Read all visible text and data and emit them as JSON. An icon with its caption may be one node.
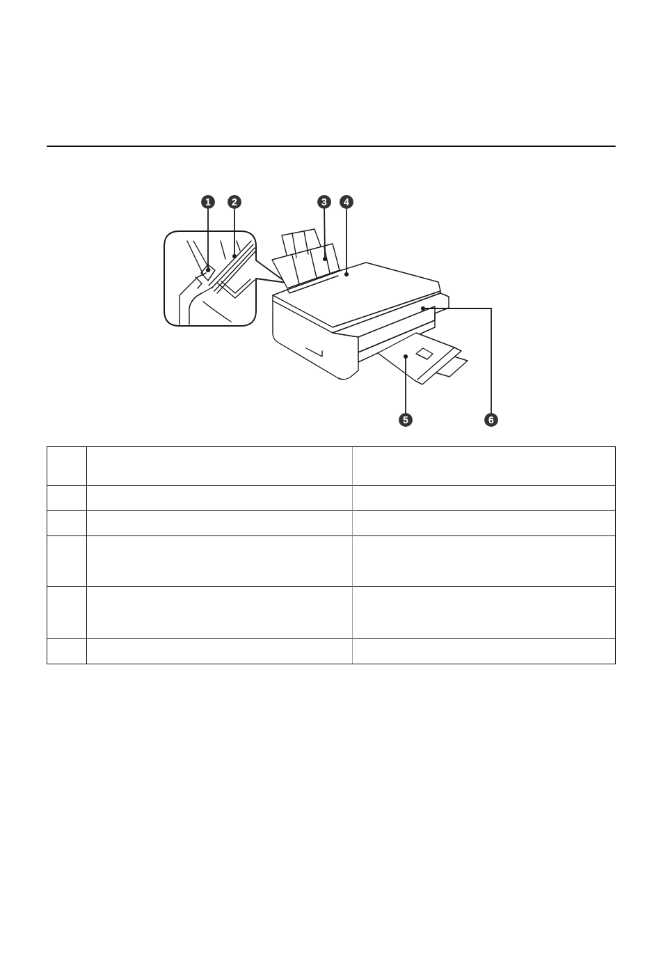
{
  "diagram": {
    "nodes": [
      {
        "text": [
          "1"
        ]
      },
      {
        "text": [
          "2"
        ]
      },
      {
        "text": [
          "3"
        ]
      },
      {
        "text": [
          "4"
        ]
      },
      {
        "text": [
          "5"
        ]
      },
      {
        "text": [
          "6"
        ]
      },
      {
        "text": [],
        "shape": "circle"
      },
      {
        "text": [],
        "shape": "circle"
      },
      {
        "text": [],
        "shape": "circle"
      },
      {
        "text": [],
        "shape": "circle"
      },
      {
        "text": [],
        "shape": "circle"
      },
      {
        "text": [],
        "shape": "circle"
      }
    ],
    "edges": [
      {
        "from": 0,
        "to": 6,
        "arrow": "none"
      },
      {
        "from": 1,
        "to": 7,
        "arrow": "none"
      },
      {
        "from": 2,
        "to": 8,
        "arrow": "none"
      },
      {
        "from": 3,
        "to": 9,
        "arrow": "none"
      },
      {
        "from": 4,
        "to": 10,
        "arrow": "none"
      },
      {
        "from": 5,
        "to": 11,
        "arrow": "none"
      }
    ]
  }
}
